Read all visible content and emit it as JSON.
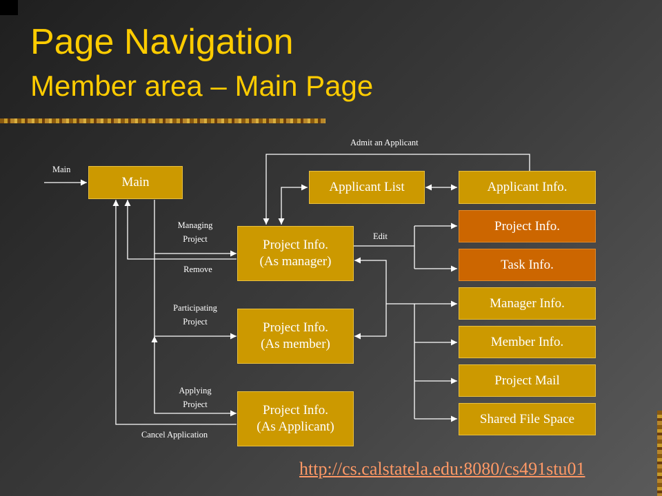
{
  "slide": {
    "title": "Page Navigation",
    "subtitle": "Member area – Main Page",
    "url": "http://cs.calstatela.edu:8080/cs491stu01"
  },
  "diagram": {
    "nodes": {
      "main": "Main",
      "applicant_list": "Applicant List",
      "applicant_info": "Applicant Info.",
      "project_info_manager": "Project Info.\n(As manager)",
      "project_info_member": "Project Info.\n(As member)",
      "project_info_applicant": "Project Info.\n(As Applicant)",
      "project_info": "Project Info.",
      "task_info": "Task Info.",
      "manager_info": "Manager Info.",
      "member_info": "Member Info.",
      "project_mail": "Project Mail",
      "shared_file_space": "Shared File Space"
    },
    "labels": {
      "entry_main": "Main",
      "admit_applicant": "Admit an Applicant",
      "managing_project": "Managing\nProject",
      "remove": "Remove",
      "edit": "Edit",
      "participating_project": "Participating\nProject",
      "applying_project": "Applying\nProject",
      "cancel_application": "Cancel Application"
    },
    "colors": {
      "node_fill": "#cc9900",
      "node_highlight": "#cc6600",
      "title": "#ffcc00",
      "link": "#ff9966"
    }
  }
}
